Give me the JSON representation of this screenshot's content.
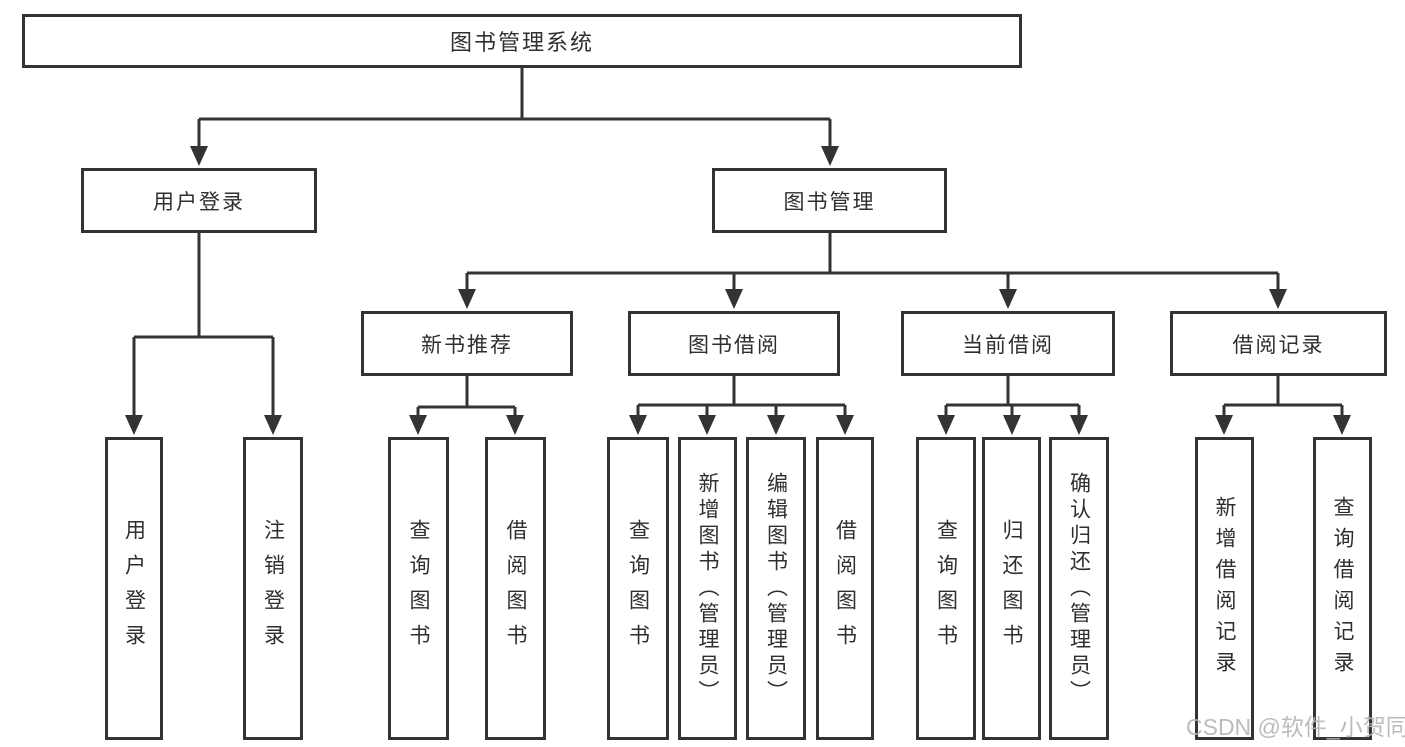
{
  "tree": {
    "label": "图书管理系统",
    "children": [
      {
        "label": "用户登录",
        "children": [
          {
            "label": "用户登录"
          },
          {
            "label": "注销登录"
          }
        ]
      },
      {
        "label": "图书管理",
        "children": [
          {
            "label": "新书推荐",
            "children": [
              {
                "label": "查询图书"
              },
              {
                "label": "借阅图书"
              }
            ]
          },
          {
            "label": "图书借阅",
            "children": [
              {
                "label": "查询图书"
              },
              {
                "label": "新增图书（管理员）"
              },
              {
                "label": "编辑图书（管理员）"
              },
              {
                "label": "借阅图书"
              }
            ]
          },
          {
            "label": "当前借阅",
            "children": [
              {
                "label": "查询图书"
              },
              {
                "label": "归还图书"
              },
              {
                "label": "确认归还（管理员）"
              }
            ]
          },
          {
            "label": "借阅记录",
            "children": [
              {
                "label": "新增借阅记录"
              },
              {
                "label": "查询借阅记录"
              }
            ]
          }
        ]
      }
    ]
  },
  "watermark": {
    "text": "CSDN @软件_小贺同学"
  },
  "colors": {
    "line": "#333333",
    "text": "#2f2f2f",
    "watermark": "#b5b5b5",
    "background": "#ffffff"
  }
}
